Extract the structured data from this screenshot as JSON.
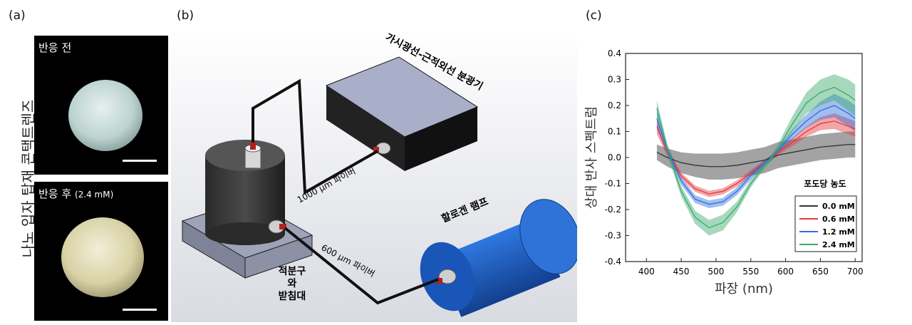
{
  "panels": {
    "a": {
      "label": "(a)",
      "side_label": "나노 입자 탑재 콘택트렌즈",
      "photo_before": "반응 전",
      "photo_after": "반응 후",
      "photo_after_conc": "(2.4 mM)"
    },
    "b": {
      "label": "(b)",
      "spectrometer": "가시광선-근적외선 분광기",
      "fiber1": "1000 μm 파이버",
      "fiber2": "600 μm 파이버",
      "lamp": "할로겐 램프",
      "sphere_1": "적분구",
      "sphere_2": "와",
      "sphere_3": "받침대"
    },
    "c": {
      "label": "(c)"
    }
  },
  "colors": {
    "black_series": "#333333",
    "red_series": "#e5383b",
    "blue_series": "#2f6fdc",
    "green_series": "#3aa86b",
    "lamp_blue": "#1f5fc6",
    "spectrometer_top": "#a9afc8"
  },
  "chart_data": {
    "type": "line",
    "xlabel": "파장 (nm)",
    "ylabel": "상대 반사 스펙트럼",
    "xlim": [
      370,
      710
    ],
    "ylim": [
      -0.4,
      0.4
    ],
    "xticks": [
      400,
      450,
      500,
      550,
      600,
      650,
      700
    ],
    "yticks": [
      -0.4,
      -0.3,
      -0.2,
      -0.1,
      0.0,
      0.1,
      0.2,
      0.3,
      0.4
    ],
    "legend_title": "포도당 농도",
    "legend_position": "lower-right",
    "x": [
      415,
      430,
      450,
      470,
      490,
      510,
      530,
      550,
      570,
      580,
      590,
      610,
      630,
      650,
      670,
      690,
      700
    ],
    "series": [
      {
        "name": "0.0 mM",
        "color": "#333333",
        "values": [
          0.02,
          0.0,
          -0.02,
          -0.03,
          -0.035,
          -0.035,
          -0.03,
          -0.02,
          -0.01,
          0.0,
          0.01,
          0.02,
          0.03,
          0.04,
          0.045,
          0.05,
          0.05
        ],
        "band": [
          0.03,
          0.035,
          0.04,
          0.045,
          0.05,
          0.05,
          0.05,
          0.05,
          0.05,
          0.05,
          0.05,
          0.05,
          0.05,
          0.05,
          0.05,
          0.05,
          0.05
        ]
      },
      {
        "name": "0.6 mM",
        "color": "#e5383b",
        "values": [
          0.12,
          0.02,
          -0.07,
          -0.12,
          -0.14,
          -0.13,
          -0.1,
          -0.06,
          -0.02,
          0.0,
          0.02,
          0.06,
          0.1,
          0.13,
          0.14,
          0.12,
          0.11
        ],
        "band": [
          0.03,
          0.015,
          0.012,
          0.012,
          0.012,
          0.012,
          0.012,
          0.012,
          0.01,
          0.01,
          0.01,
          0.015,
          0.02,
          0.025,
          0.03,
          0.03,
          0.03
        ]
      },
      {
        "name": "1.2 mM",
        "color": "#2f6fdc",
        "values": [
          0.15,
          0.03,
          -0.09,
          -0.16,
          -0.18,
          -0.17,
          -0.13,
          -0.07,
          -0.02,
          0.0,
          0.03,
          0.09,
          0.14,
          0.18,
          0.2,
          0.17,
          0.15
        ],
        "band": [
          0.04,
          0.02,
          0.015,
          0.015,
          0.015,
          0.015,
          0.015,
          0.015,
          0.012,
          0.012,
          0.012,
          0.02,
          0.025,
          0.035,
          0.045,
          0.05,
          0.05
        ]
      },
      {
        "name": "2.4 mM",
        "color": "#3aa86b",
        "values": [
          0.19,
          0.03,
          -0.13,
          -0.23,
          -0.27,
          -0.25,
          -0.19,
          -0.1,
          -0.03,
          0.0,
          0.04,
          0.13,
          0.21,
          0.25,
          0.27,
          0.24,
          0.22
        ],
        "band": [
          0.03,
          0.02,
          0.02,
          0.025,
          0.03,
          0.03,
          0.02,
          0.015,
          0.012,
          0.012,
          0.015,
          0.03,
          0.04,
          0.05,
          0.05,
          0.06,
          0.06
        ]
      }
    ]
  }
}
